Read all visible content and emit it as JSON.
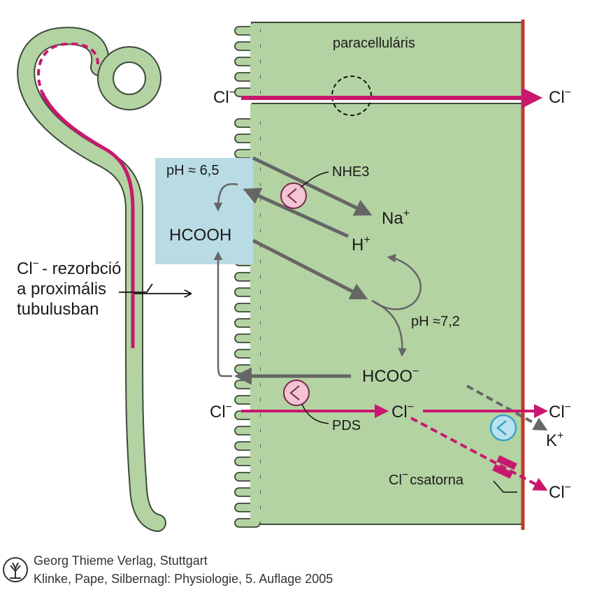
{
  "labels": {
    "paracellular": "paracelluláris",
    "cl_top_left": "Cl",
    "cl_top_right": "Cl",
    "ph_lumen": "pH ≈ 6,5",
    "nhe3": "NHE3",
    "hcooh": "HCOOH",
    "na": "Na",
    "h": "H",
    "ph_cell": "pH ≈7,2",
    "hcoo": "HCOO",
    "cl_lower_left": "Cl",
    "cl_lower_mid": "Cl",
    "cl_lower_right": "Cl",
    "pds": "PDS",
    "k": "K",
    "cl_channel": "Cl",
    "channel_word": "csatorna",
    "cl_bottom_right": "Cl",
    "side_line1": "Cl",
    "side_line1_rest": "- rezorbció",
    "side_line2": "a proximális",
    "side_line3": "tubulusban"
  },
  "superscripts": {
    "minus": "−",
    "plus": "+"
  },
  "credit": {
    "line1": "Georg Thieme Verlag, Stuttgart",
    "line2": "Klinke, Pape, Silbernagl: Physiologie, 5. Auflage 2005"
  },
  "colors": {
    "cell_fill": "#b4d3a3",
    "cell_stroke": "#3d4a3a",
    "magenta": "#c8186e",
    "gray_arrow": "#666666",
    "lumen_box": "#b9dbe4",
    "transporter_fill": "#f2c4d6",
    "k_channel": "#39a3c4",
    "blood_edge": "#c0392b"
  }
}
